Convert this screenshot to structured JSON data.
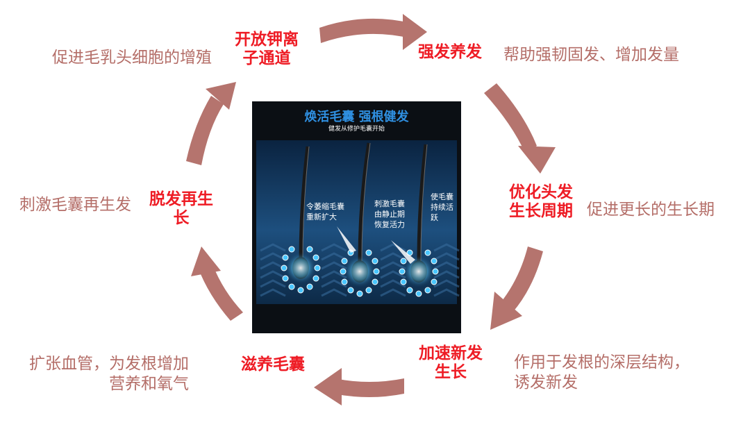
{
  "stages": {
    "open_channel": {
      "title_lines": [
        "开放钾离",
        "子通道"
      ],
      "desc_lines": [
        "促进毛乳头细胞的增殖"
      ]
    },
    "strengthen": {
      "title_lines": [
        "强发养发"
      ],
      "desc_lines": [
        "帮助强韧固发、增加发量"
      ]
    },
    "optimize": {
      "title_lines": [
        "优化头发",
        "生长周期"
      ],
      "desc_lines": [
        "促进更长的生长期"
      ]
    },
    "accelerate": {
      "title_lines": [
        "加速新发",
        "生长"
      ],
      "desc_lines": [
        "作用于发根的深层结构，",
        "诱发新发"
      ]
    },
    "nourish": {
      "title_lines": [
        "滋养毛囊"
      ],
      "desc_lines": [
        "扩张血管，为发根增加",
        "营养和氧气"
      ]
    },
    "regrow": {
      "title_lines": [
        "脱发再生",
        "长"
      ],
      "desc_lines": [
        "刺激毛囊再生发"
      ]
    }
  },
  "center_image": {
    "title": "焕活毛囊 强根健发",
    "subtitle": "健发从修护毛囊开始",
    "annotations": [
      [
        "令萎缩毛囊",
        "重新扩大"
      ],
      [
        "刺激毛囊",
        "由静止期",
        "恢复活力"
      ],
      [
        "使毛囊",
        "持续活",
        "跃"
      ]
    ]
  },
  "colors": {
    "arrow": "#b5746e",
    "stage_title": "#ee1c25",
    "description": "#b46e68",
    "panel_background": "#0b0f14",
    "panel_title": "#2f8fe0"
  }
}
